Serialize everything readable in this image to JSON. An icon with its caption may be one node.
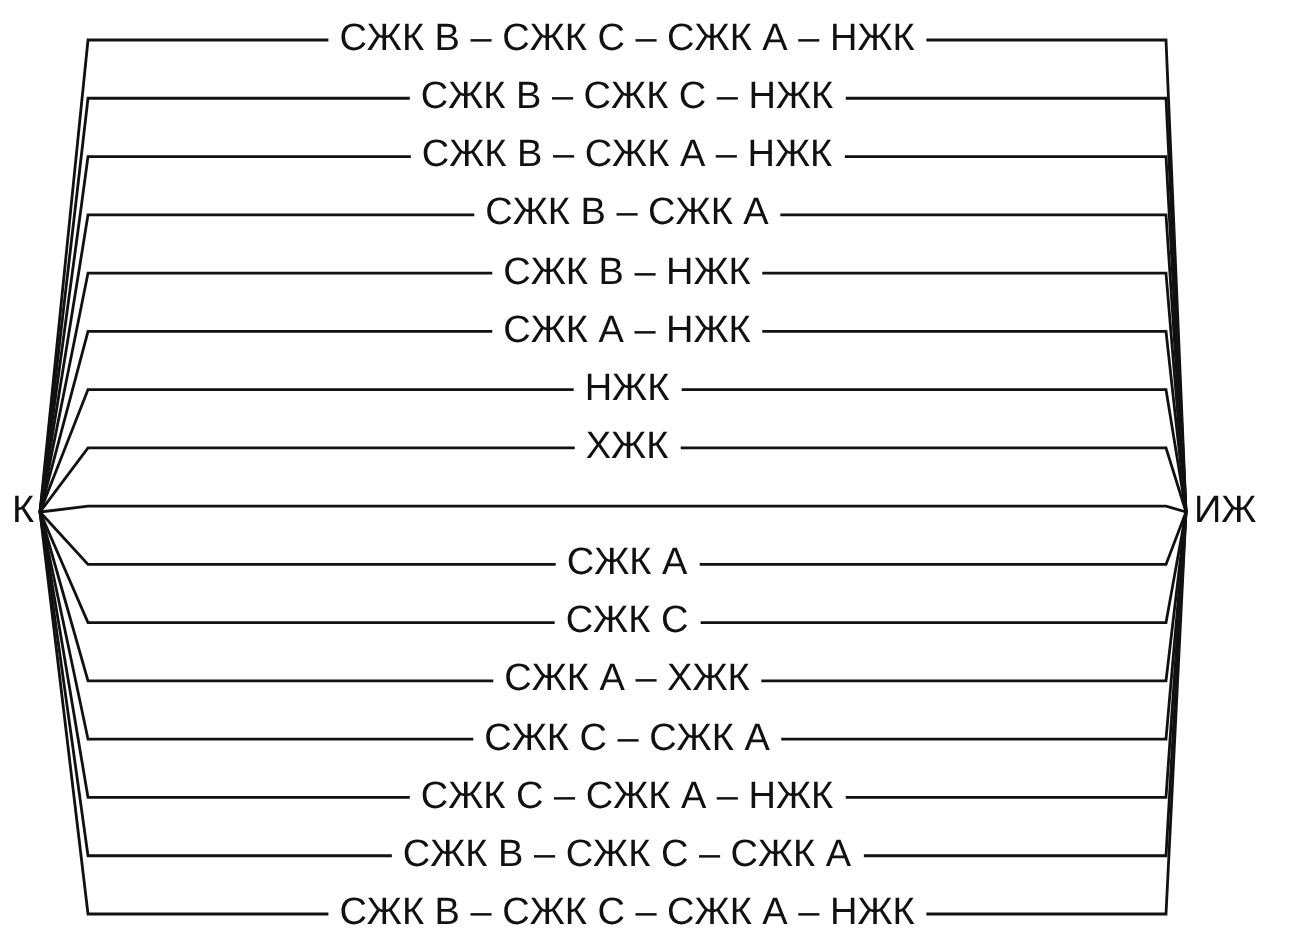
{
  "diagram": {
    "nodes": [
      {
        "text": [
          "К"
        ]
      },
      {
        "text": [
          "ИЖ"
        ]
      }
    ],
    "edges": [
      {
        "from": 0,
        "to": 1,
        "arrow": "none",
        "label": "СЖК В – СЖК С – СЖК А – НЖК"
      },
      {
        "from": 0,
        "to": 1,
        "arrow": "none",
        "label": "СЖК В – СЖК С – НЖК"
      },
      {
        "from": 0,
        "to": 1,
        "arrow": "none",
        "label": "СЖК В – СЖК А – НЖК"
      },
      {
        "from": 0,
        "to": 1,
        "arrow": "none",
        "label": "СЖК В – СЖК А"
      },
      {
        "from": 0,
        "to": 1,
        "arrow": "none",
        "label": "СЖК В – НЖК"
      },
      {
        "from": 0,
        "to": 1,
        "arrow": "none",
        "label": "СЖК А – НЖК"
      },
      {
        "from": 0,
        "to": 1,
        "arrow": "none",
        "label": "НЖК"
      },
      {
        "from": 0,
        "to": 1,
        "arrow": "none",
        "label": "ХЖК"
      },
      {
        "from": 0,
        "to": 1,
        "arrow": "none"
      },
      {
        "from": 0,
        "to": 1,
        "arrow": "none",
        "label": "СЖК А"
      },
      {
        "from": 0,
        "to": 1,
        "arrow": "none",
        "label": "СЖК С"
      },
      {
        "from": 0,
        "to": 1,
        "arrow": "none",
        "label": "СЖК А – ХЖК"
      },
      {
        "from": 0,
        "to": 1,
        "arrow": "none",
        "label": "СЖК С – СЖК А"
      },
      {
        "from": 0,
        "to": 1,
        "arrow": "none",
        "label": "СЖК С – СЖК А – НЖК"
      },
      {
        "from": 0,
        "to": 1,
        "arrow": "none",
        "label": "СЖК В – СЖК С – СЖК А"
      },
      {
        "from": 0,
        "to": 1,
        "arrow": "none",
        "label": "СЖК В – СЖК С – СЖК А – НЖК"
      }
    ]
  }
}
